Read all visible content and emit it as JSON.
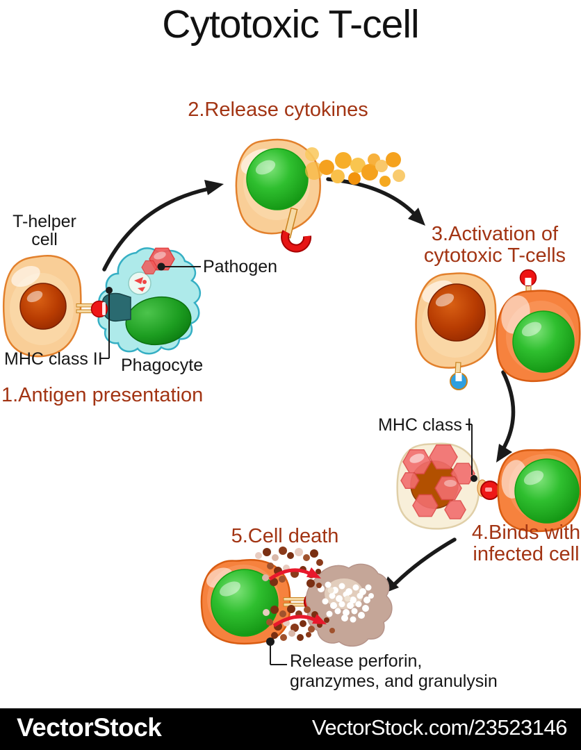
{
  "title": "Cytotoxic T-cell",
  "labels": {
    "step1": "1.Antigen presentation",
    "step2": "2.Release cytokines",
    "step3_line1": "3.Activation of",
    "step3_line2": "cytotoxic T-cells",
    "step4_line1": "4.Binds with",
    "step4_line2": "infected cell",
    "step5": "5.Cell death",
    "t_helper_line1": "T-helper",
    "t_helper_line2": "cell",
    "pathogen": "Pathogen",
    "mhc_class_ii": "MHC class II",
    "phagocyte": "Phagocyte",
    "mhc_class_i": "MHC class I",
    "release_line1": "Release perforin,",
    "release_line2": "granzymes, and granulysin"
  },
  "watermark": {
    "logo": "VectorStock",
    "credit": "VectorStock.com/23523146"
  },
  "palette": {
    "step_label_red": "#A23413",
    "annotation_black": "#161616",
    "arrow_black": "#1A1A1A",
    "helper_cell_peach": "#F9CE97",
    "cytotoxic_cell_orange": "#F6823E",
    "nucleus_green": "#2FBF2F",
    "nucleus_red_brown": "#B83C02",
    "phagocyte_cyan": "#AEEAEA",
    "pathogen_red": "#F15A5A",
    "receptor_red": "#EE1717",
    "receptor_blue": "#2E9FE0",
    "mhc2_teal": "#2A6A70",
    "cytokine_orange": "#F5A21E",
    "dying_cell_taupe": "#C5A698",
    "granule_brown": "#7A2F12",
    "watermark_bg": "#000000",
    "watermark_text": "#FFFFFF"
  }
}
